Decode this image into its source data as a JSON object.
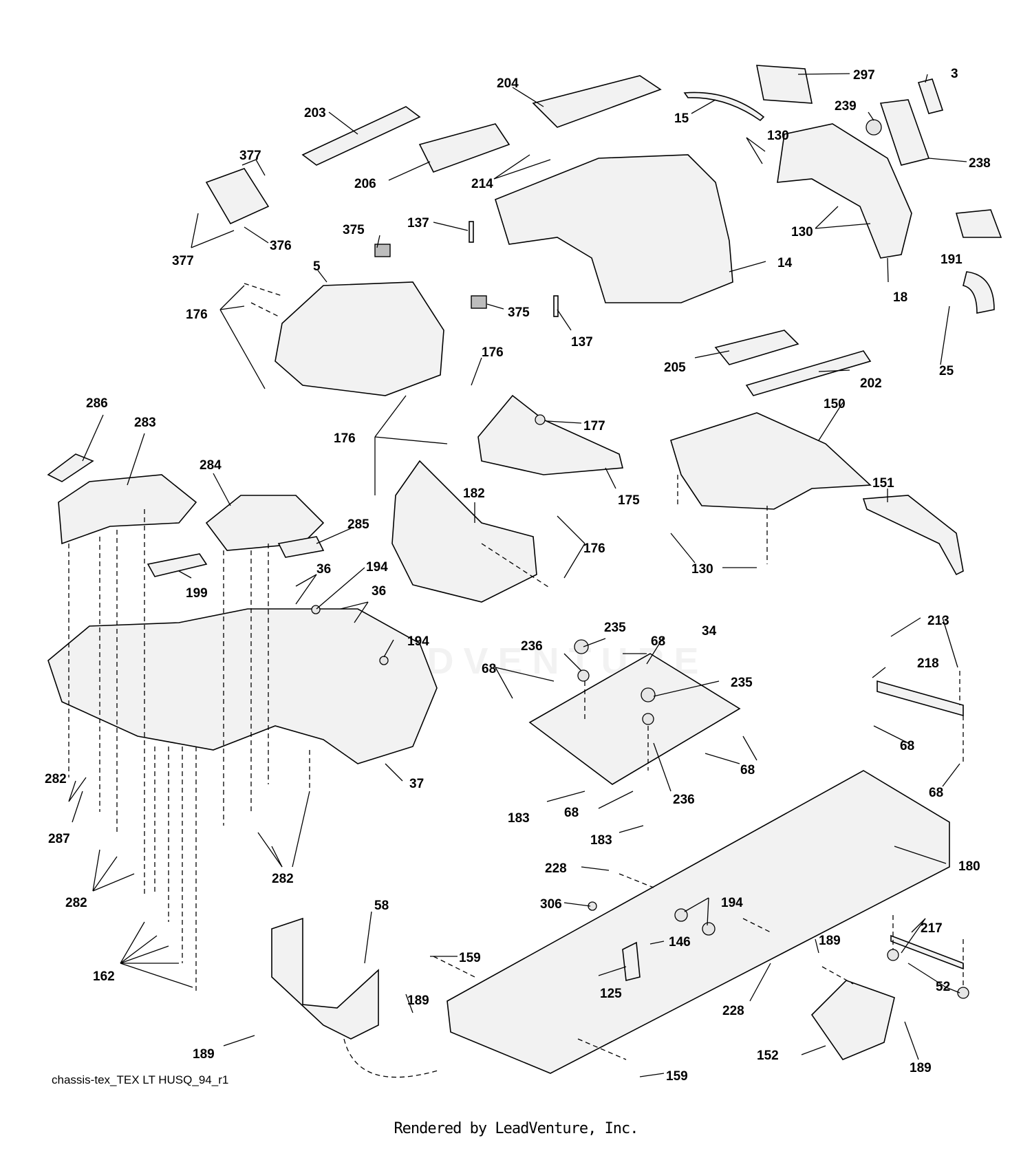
{
  "diagram": {
    "callouts": [
      "3",
      "5",
      "14",
      "15",
      "18",
      "25",
      "34",
      "36",
      "37",
      "52",
      "58",
      "68",
      "125",
      "130",
      "137",
      "146",
      "150",
      "151",
      "152",
      "159",
      "162",
      "175",
      "176",
      "177",
      "180",
      "182",
      "183",
      "189",
      "191",
      "194",
      "199",
      "202",
      "203",
      "204",
      "205",
      "206",
      "213",
      "214",
      "217",
      "218",
      "228",
      "235",
      "236",
      "238",
      "239",
      "282",
      "283",
      "284",
      "285",
      "286",
      "287",
      "297",
      "306",
      "375",
      "376",
      "377"
    ]
  },
  "footer": {
    "diagram_code": "chassis-tex_TEX LT HUSQ_94_r1",
    "credit": "Rendered by LeadVenture, Inc."
  },
  "watermark": {
    "text": "LEADVENTURE"
  },
  "colors": {
    "line": "#000000",
    "background": "#ffffff",
    "part_fill": "#f2f2f2",
    "part_shade": "#bdbdbd"
  }
}
